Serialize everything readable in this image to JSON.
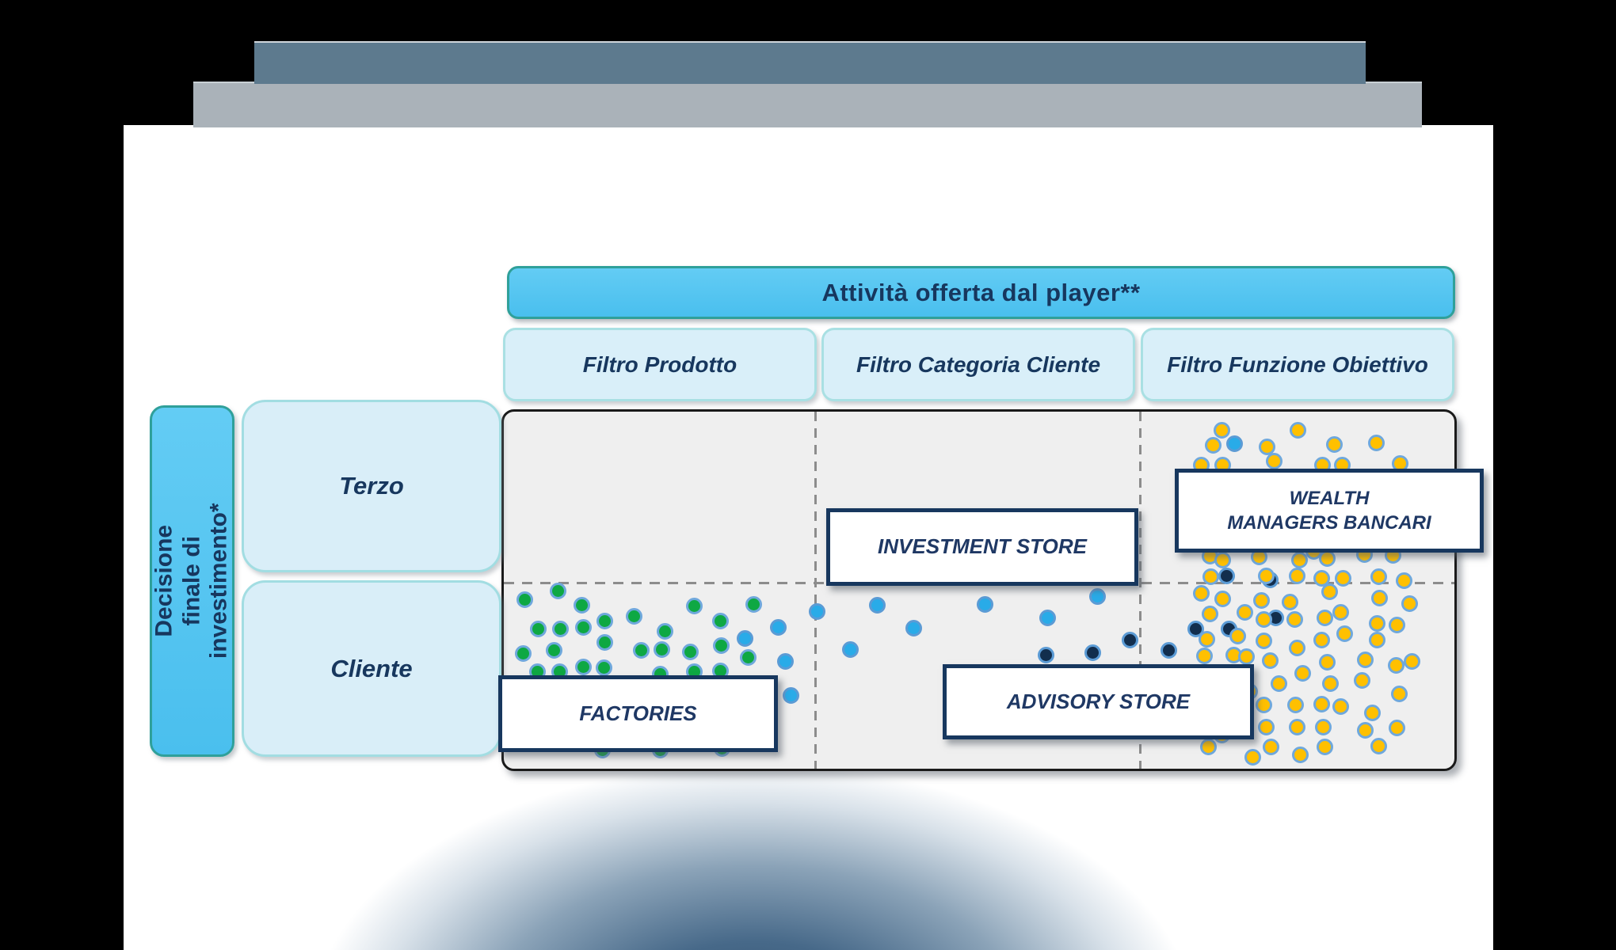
{
  "window": {
    "bar_primary_color": "#5d7a8e",
    "bar_secondary_color": "#aab2b9"
  },
  "header": {
    "title": "Attività offerta dal player**"
  },
  "filters": [
    {
      "label": "Filtro Prodotto"
    },
    {
      "label": "Filtro Categoria  Cliente"
    },
    {
      "label": "Filtro Funzione Obiettivo"
    }
  ],
  "y_axis": {
    "label": "Decisione finale di\ninvestimento*",
    "rows": [
      {
        "label": "Terzo"
      },
      {
        "label": "Cliente"
      }
    ]
  },
  "segments": [
    {
      "label": "FACTORIES"
    },
    {
      "label": "INVESTMENT STORE"
    },
    {
      "label": "ADVISORY STORE"
    },
    {
      "label": "WEALTH\nMANAGERS BANCARI"
    }
  ],
  "colors": {
    "accent_blue": "#4abfee",
    "teal_border": "#2fa09a",
    "light_box": "#d9eff9",
    "navy_text": "#17375e",
    "grid_bg": "#efefef",
    "dash_gray": "#8c8c8c"
  },
  "chart_data": {
    "type": "scatter",
    "title": "Attività offerta dal player**",
    "columns": [
      "Filtro Prodotto",
      "Filtro Categoria  Cliente",
      "Filtro Funzione Obiettivo"
    ],
    "rows": [
      "Terzo",
      "Cliente"
    ],
    "grid": {
      "x": [
        633,
        1833
      ],
      "y": [
        517,
        968
      ],
      "col_dividers_x": [
        1028,
        1438
      ],
      "row_divider_y": 735
    },
    "series": [
      {
        "name": "factories-players",
        "color": "#0ea843",
        "stroke": "#6fa8dc",
        "points": [
          [
            662,
            757
          ],
          [
            704,
            746
          ],
          [
            734,
            764
          ],
          [
            679,
            794
          ],
          [
            707,
            794
          ],
          [
            736,
            792
          ],
          [
            763,
            784
          ],
          [
            800,
            778
          ],
          [
            763,
            811
          ],
          [
            660,
            825
          ],
          [
            699,
            821
          ],
          [
            736,
            842
          ],
          [
            762,
            843
          ],
          [
            809,
            821
          ],
          [
            835,
            820
          ],
          [
            839,
            797
          ],
          [
            871,
            823
          ],
          [
            876,
            765
          ],
          [
            909,
            784
          ],
          [
            910,
            815
          ],
          [
            951,
            763
          ],
          [
            944,
            830
          ],
          [
            678,
            848
          ],
          [
            706,
            848
          ],
          [
            833,
            851
          ],
          [
            876,
            848
          ],
          [
            909,
            847
          ],
          [
            760,
            947
          ],
          [
            833,
            947
          ],
          [
            911,
            945
          ]
        ]
      },
      {
        "name": "investment-store-players",
        "color": "#29abe8",
        "stroke": "#5b9bd5",
        "points": [
          [
            940,
            806
          ],
          [
            982,
            792
          ],
          [
            1031,
            772
          ],
          [
            991,
            835
          ],
          [
            998,
            878
          ],
          [
            1073,
            820
          ],
          [
            1107,
            764
          ],
          [
            1153,
            793
          ],
          [
            1243,
            763
          ],
          [
            1322,
            780
          ],
          [
            1385,
            753
          ],
          [
            1558,
            560
          ]
        ]
      },
      {
        "name": "advisory-store-players",
        "color": "#122e4d",
        "stroke": "#5b9bd5",
        "points": [
          [
            1320,
            827
          ],
          [
            1379,
            824
          ],
          [
            1426,
            808
          ],
          [
            1475,
            821
          ],
          [
            1509,
            794
          ],
          [
            1551,
            794
          ],
          [
            1610,
            780
          ],
          [
            1548,
            727
          ],
          [
            1603,
            732
          ]
        ]
      },
      {
        "name": "wealth-managers-players",
        "color": "#ffc000",
        "stroke": "#6fa8dc",
        "points": [
          [
            1542,
            543
          ],
          [
            1531,
            562
          ],
          [
            1599,
            564
          ],
          [
            1638,
            543
          ],
          [
            1608,
            582
          ],
          [
            1684,
            561
          ],
          [
            1669,
            587
          ],
          [
            1694,
            587
          ],
          [
            1737,
            559
          ],
          [
            1767,
            585
          ],
          [
            1516,
            587
          ],
          [
            1543,
            587
          ],
          [
            1527,
            702
          ],
          [
            1543,
            707
          ],
          [
            1589,
            703
          ],
          [
            1640,
            707
          ],
          [
            1675,
            705
          ],
          [
            1722,
            700
          ],
          [
            1758,
            701
          ],
          [
            1658,
            696
          ],
          [
            1528,
            728
          ],
          [
            1598,
            727
          ],
          [
            1637,
            727
          ],
          [
            1668,
            730
          ],
          [
            1695,
            730
          ],
          [
            1740,
            728
          ],
          [
            1772,
            733
          ],
          [
            1516,
            749
          ],
          [
            1543,
            756
          ],
          [
            1592,
            758
          ],
          [
            1628,
            760
          ],
          [
            1678,
            747
          ],
          [
            1741,
            755
          ],
          [
            1779,
            762
          ],
          [
            1527,
            775
          ],
          [
            1571,
            773
          ],
          [
            1595,
            782
          ],
          [
            1634,
            782
          ],
          [
            1672,
            780
          ],
          [
            1692,
            773
          ],
          [
            1738,
            787
          ],
          [
            1763,
            789
          ],
          [
            1523,
            807
          ],
          [
            1562,
            803
          ],
          [
            1595,
            809
          ],
          [
            1637,
            818
          ],
          [
            1668,
            808
          ],
          [
            1697,
            800
          ],
          [
            1738,
            808
          ],
          [
            1520,
            828
          ],
          [
            1557,
            827
          ],
          [
            1573,
            829
          ],
          [
            1603,
            834
          ],
          [
            1675,
            836
          ],
          [
            1723,
            833
          ],
          [
            1762,
            840
          ],
          [
            1782,
            835
          ],
          [
            1644,
            850
          ],
          [
            1614,
            863
          ],
          [
            1679,
            863
          ],
          [
            1719,
            859
          ],
          [
            1766,
            876
          ],
          [
            1577,
            873
          ],
          [
            1595,
            890
          ],
          [
            1635,
            890
          ],
          [
            1668,
            889
          ],
          [
            1692,
            892
          ],
          [
            1732,
            900
          ],
          [
            1598,
            918
          ],
          [
            1637,
            918
          ],
          [
            1670,
            918
          ],
          [
            1723,
            922
          ],
          [
            1763,
            919
          ],
          [
            1525,
            943
          ],
          [
            1542,
            928
          ],
          [
            1604,
            943
          ],
          [
            1581,
            956
          ],
          [
            1641,
            953
          ],
          [
            1672,
            943
          ],
          [
            1740,
            942
          ]
        ]
      }
    ]
  }
}
